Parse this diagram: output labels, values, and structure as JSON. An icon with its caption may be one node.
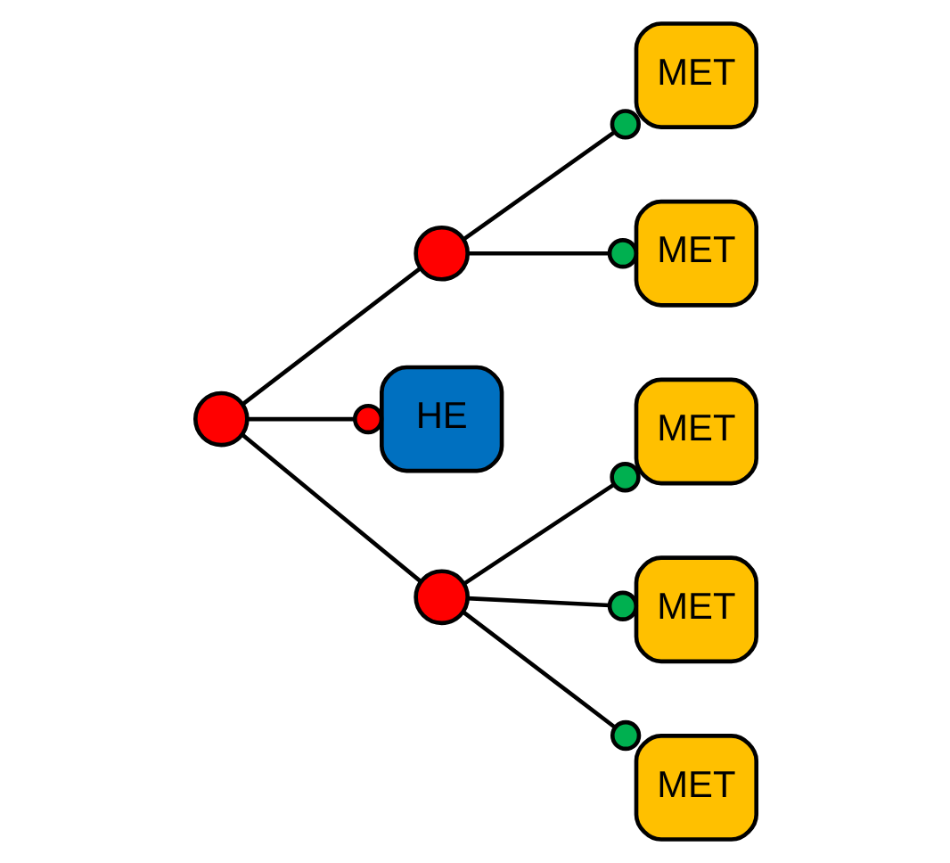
{
  "diagram": {
    "nodes": [
      {
        "text": [
          "MET"
        ]
      },
      {
        "text": [
          "MET"
        ]
      },
      {
        "text": [],
        "shape": "circle"
      },
      {
        "text": [
          "MET"
        ]
      },
      {
        "text": [
          "HE"
        ]
      },
      {
        "text": [],
        "shape": "circle"
      },
      {
        "text": [],
        "shape": "circle"
      },
      {
        "text": [
          "MET"
        ]
      },
      {
        "text": [
          "MET"
        ]
      }
    ],
    "edges": [
      {
        "from": 2,
        "to": 0,
        "arrow": "other"
      },
      {
        "from": 2,
        "to": 1,
        "arrow": "other"
      },
      {
        "from": 5,
        "to": 2,
        "arrow": "none"
      },
      {
        "from": 5,
        "to": 4,
        "arrow": "other"
      },
      {
        "from": 5,
        "to": 6,
        "arrow": "none"
      },
      {
        "from": 6,
        "to": 3,
        "arrow": "other"
      },
      {
        "from": 6,
        "to": 7,
        "arrow": "other"
      },
      {
        "from": 6,
        "to": 8,
        "arrow": "other"
      }
    ]
  }
}
